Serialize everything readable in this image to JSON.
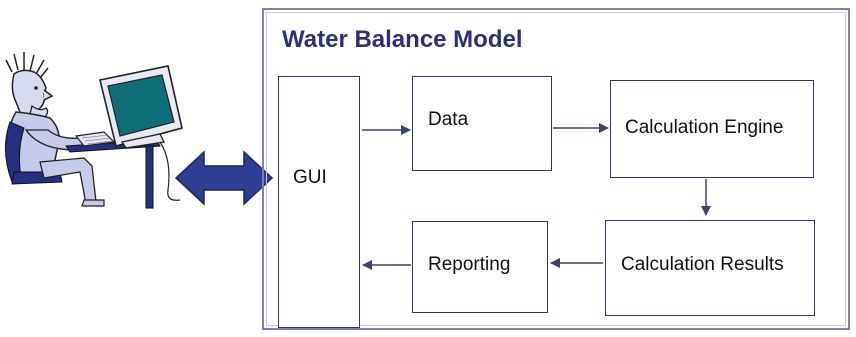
{
  "diagram": {
    "title": "Water Balance Model",
    "nodes": {
      "gui": "GUI",
      "data": "Data",
      "engine": "Calculation Engine",
      "results": "Calculation Results",
      "reporting": "Reporting"
    }
  },
  "colors": {
    "title": "#2b2f7e",
    "frame": "#7a7fb6",
    "arrow": "#3b4170",
    "double_arrow": "#2e3f94"
  },
  "icons": {
    "user": "person-at-computer-icon",
    "interaction": "double-arrow-icon"
  }
}
